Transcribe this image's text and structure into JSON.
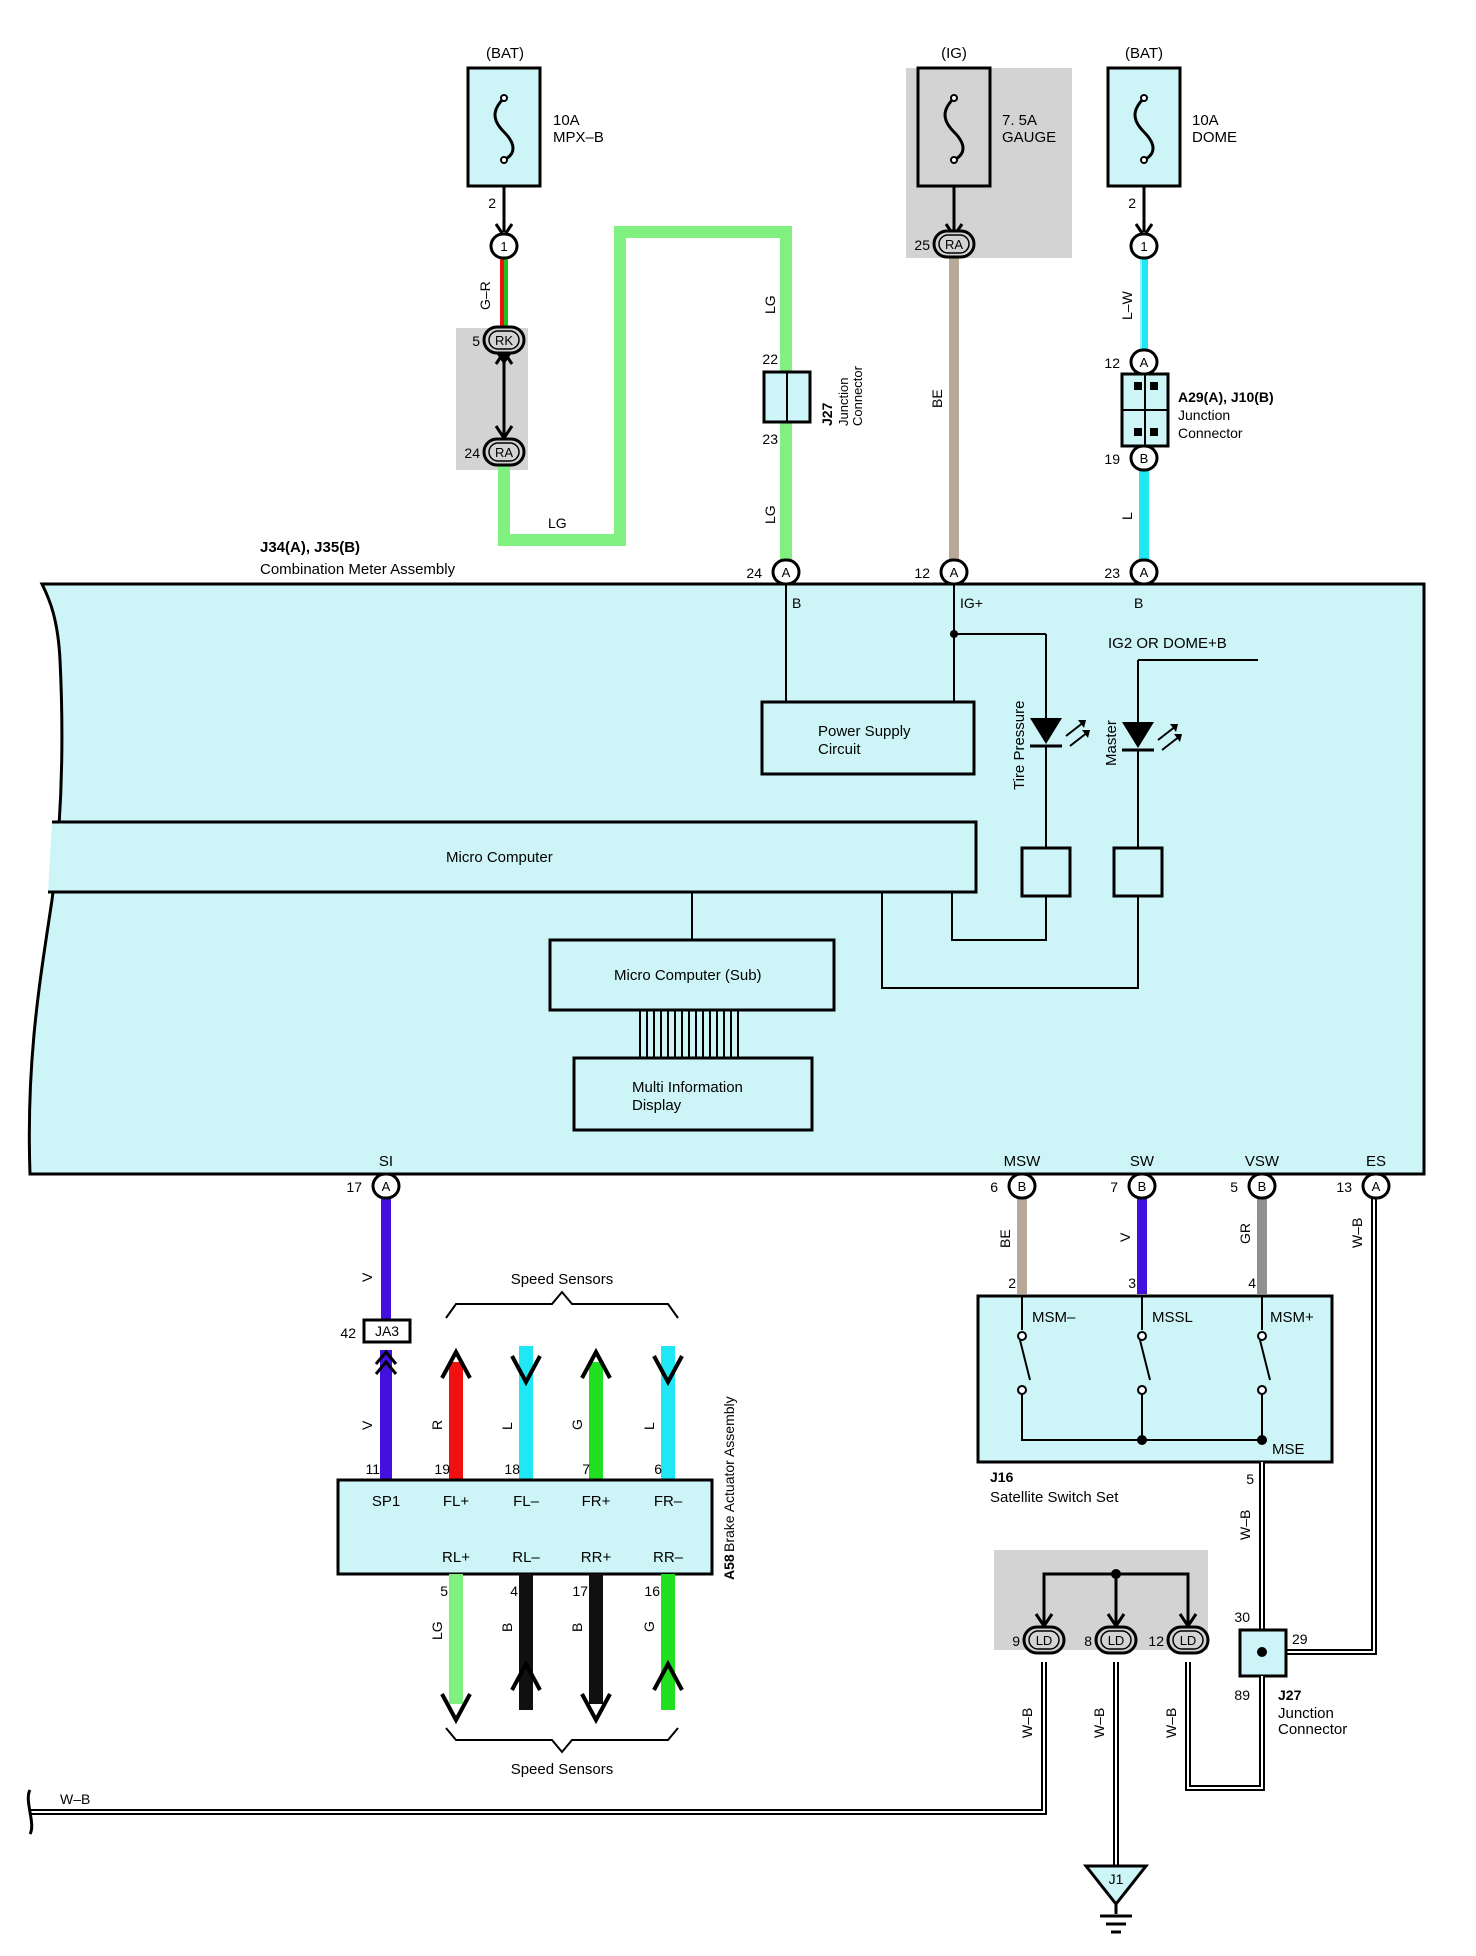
{
  "colors": {
    "panel_fill": "#cdf5f7",
    "shade": "#d3d3d3",
    "wire_LG": "#80f080",
    "wire_L": "#1fe8f4",
    "wire_BE": "#b8a898",
    "wire_V": "#4410e0",
    "wire_R": "#f01010",
    "wire_G": "#20e020",
    "wire_B": "#101010",
    "wire_GR": "#909090",
    "wire_G_R": "#20a020"
  },
  "fuses": [
    {
      "source": "(BAT)",
      "rating": "10A",
      "name": "MPX–B",
      "pin": "2"
    },
    {
      "source": "(IG)",
      "rating": "7. 5A",
      "name": "GAUGE"
    },
    {
      "source": "(BAT)",
      "rating": "10A",
      "name": "DOME",
      "pin": "2"
    }
  ],
  "connectors": {
    "c_1a": {
      "pin": "",
      "code": "1"
    },
    "c_1b": {
      "pin": "",
      "code": "1"
    },
    "c_rk": {
      "pin": "5",
      "code": "RK"
    },
    "c_ra24": {
      "pin": "24",
      "code": "RA"
    },
    "c_ra25": {
      "pin": "25",
      "code": "RA"
    },
    "c_a12top": {
      "pin": "12",
      "code": "A"
    },
    "c_b19": {
      "pin": "19",
      "code": "B"
    },
    "c_24a": {
      "pin": "24",
      "code": "A"
    },
    "c_12a": {
      "pin": "12",
      "code": "A"
    },
    "c_23a": {
      "pin": "23",
      "code": "A"
    },
    "c_17a": {
      "pin": "17",
      "code": "A"
    },
    "c_6b": {
      "pin": "6",
      "code": "B"
    },
    "c_7b": {
      "pin": "7",
      "code": "B"
    },
    "c_5b": {
      "pin": "5",
      "code": "B"
    },
    "c_13a": {
      "pin": "13",
      "code": "A"
    },
    "c_ld9": {
      "pin": "9",
      "code": "LD"
    },
    "c_ld8": {
      "pin": "8",
      "code": "LD"
    },
    "c_ld12": {
      "pin": "12",
      "code": "LD"
    }
  },
  "wire_labels": {
    "g_r": "G–R",
    "lg1": "LG",
    "lg2": "LG",
    "lg3": "LG",
    "be1": "BE",
    "lw": "L–W",
    "l1": "L",
    "v1": "V",
    "v2": "V",
    "be2": "BE",
    "v3": "V",
    "gr": "GR",
    "wb1": "W–B",
    "r": "R",
    "l2": "L",
    "g1": "G",
    "l3": "L",
    "lg4": "LG",
    "b1": "B",
    "b2": "B",
    "g2": "G",
    "wb2": "W–B",
    "wb3": "W–B",
    "wb4": "W–B",
    "wb5": "W–B",
    "wb6": "W–B"
  },
  "j27_top": {
    "pin_top": "22",
    "pin_bottom": "23",
    "id": "J27",
    "line1": "Junction",
    "line2": "Connector"
  },
  "a29": {
    "id": "A29(A), J10(B)",
    "line1": "Junction",
    "line2": "Connector"
  },
  "meter": {
    "id": "J34(A), J35(B)",
    "name": "Combination Meter Assembly",
    "pin_labels": {
      "b1": "B",
      "igp": "IG+",
      "b2": "B",
      "ig2": "IG2 OR DOME+B",
      "si": "SI",
      "msw": "MSW",
      "sw": "SW",
      "vsw": "VSW",
      "es": "ES"
    },
    "power_supply": [
      "Power Supply",
      "Circuit"
    ],
    "tire_pressure": "Tire Pressure",
    "master": "Master",
    "micro": "Micro Computer",
    "micro_sub": "Micro Computer (Sub)",
    "mid": [
      "Multi Information",
      "Display"
    ]
  },
  "ja3": {
    "pin": "42",
    "code": "JA3"
  },
  "speed_sensors_top": "Speed Sensors",
  "speed_sensors_bottom": "Speed Sensors",
  "brake": {
    "id": "A58",
    "name": "Brake Actuator Assembly",
    "top_pins": [
      "11",
      "19",
      "18",
      "7",
      "6"
    ],
    "top_terms": [
      "SP1",
      "FL+",
      "FL–",
      "FR+",
      "FR–"
    ],
    "bot_terms": [
      "RL+",
      "RL–",
      "RR+",
      "RR–"
    ],
    "bot_pins": [
      "5",
      "4",
      "17",
      "16"
    ]
  },
  "satellite": {
    "id": "J16",
    "name": "Satellite Switch Set",
    "pins": [
      "2",
      "3",
      "4"
    ],
    "terms": [
      "MSM–",
      "MSSL",
      "MSM+",
      "MSE"
    ],
    "mse_pin": "5"
  },
  "j27_bottom": {
    "pin30": "30",
    "pin29": "29",
    "pin89": "89",
    "id": "J27",
    "line1": "Junction",
    "line2": "Connector"
  },
  "ground": "J1"
}
